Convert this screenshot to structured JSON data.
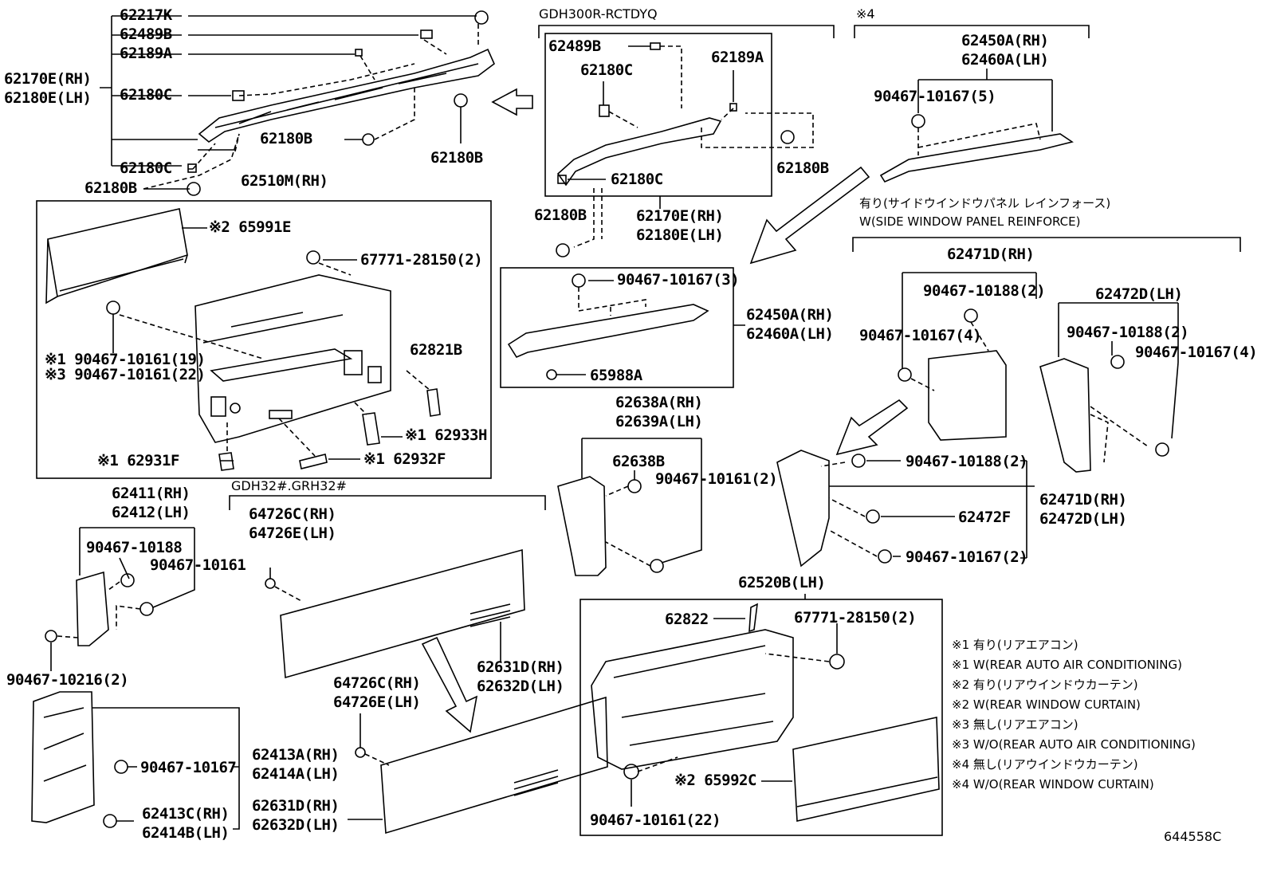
{
  "diagram_id": "644558C",
  "variants": {
    "gdh300": "GDH300R-RCTDYQ",
    "star4": "※4",
    "gdh32": "GDH32#.GRH32#"
  },
  "labels": {
    "p62217K": "62217K",
    "p62489B_a": "62489B",
    "p62189A_a": "62189A",
    "p62170E_rh_a": "62170E(RH)",
    "p62180E_lh_a": "62180E(LH)",
    "p62180C_a": "62180C",
    "p62180B_a": "62180B",
    "p62180B_b": "62180B",
    "p62180C_b": "62180C",
    "p62180B_c": "62180B",
    "p62510M": "62510M(RH)",
    "p65991E": "※2 65991E",
    "p67771_a": "67771-28150(2)",
    "p90467_10161_19": "※1 90467-10161(19)",
    "p90467_10161_22a": "※3 90467-10161(22)",
    "p62821B": "62821B",
    "p62933H": "※1 62933H",
    "p62931F": "※1 62931F",
    "p62932F": "※1 62932F",
    "p62489B_b": "62489B",
    "p62180C_c": "62180C",
    "p62189A_b": "62189A",
    "p62180C_d": "62180C",
    "p62180B_d": "62180B",
    "p62180B_e": "62180B",
    "p62170E_rh_b": "62170E(RH)",
    "p62180E_lh_b": "62180E(LH)",
    "p62450A_rh_a": "62450A(RH)",
    "p62460A_lh_a": "62460A(LH)",
    "p90467_10167_5": "90467-10167(5)",
    "p90467_10167_3": "90467-10167(3)",
    "p62450A_rh_b": "62450A(RH)",
    "p62460A_lh_b": "62460A(LH)",
    "p65988A": "65988A",
    "reinforce_jp": "有り(サイドウインドウパネル レインフォース)",
    "reinforce_en": "W(SIDE WINDOW PANEL REINFORCE)",
    "p62471D_rh_a": "62471D(RH)",
    "p90467_10188_2a": "90467-10188(2)",
    "p90467_10167_4a": "90467-10167(4)",
    "p62472D_lh_a": "62472D(LH)",
    "p90467_10188_2b": "90467-10188(2)",
    "p90467_10167_4b": "90467-10167(4)",
    "p62638A": "62638A(RH)",
    "p62639A": "62639A(LH)",
    "p62638B": "62638B",
    "p90467_10161_2": "90467-10161(2)",
    "p90467_10188_2c": "90467-10188(2)",
    "p62472F": "62472F",
    "p90467_10167_2": "90467-10167(2)",
    "p62471D_rh_b": "62471D(RH)",
    "p62472D_lh_b": "62472D(LH)",
    "p62411": "62411(RH)",
    "p62412": "62412(LH)",
    "p90467_10188": "90467-10188",
    "p90467_10161": "90467-10161",
    "p90467_10216": "90467-10216(2)",
    "p64726C_a": "64726C(RH)",
    "p64726E_a": "64726E(LH)",
    "p62631D_a": "62631D(RH)",
    "p62632D_a": "62632D(LH)",
    "p64726C_b": "64726C(RH)",
    "p64726E_b": "64726E(LH)",
    "p90467_10167": "90467-10167",
    "p62413A": "62413A(RH)",
    "p62414A": "62414A(LH)",
    "p62413C": "62413C(RH)",
    "p62414B": "62414B(LH)",
    "p62631D_b": "62631D(RH)",
    "p62632D_b": "62632D(LH)",
    "p62520B": "62520B(LH)",
    "p62822": "62822",
    "p67771_b": "67771-28150(2)",
    "p65992C": "※2 65992C",
    "p90467_10161_22b": "90467-10161(22)"
  },
  "notes": [
    "※1 有り(リアエアコン)",
    "※1 W(REAR AUTO AIR CONDITIONING)",
    "※2 有り(リアウインドウカーテン)",
    "※2 W(REAR WINDOW CURTAIN)",
    "※3 無し(リアエアコン)",
    "※3 W/O(REAR AUTO AIR CONDITIONING)",
    "※4 無し(リアウインドウカーテン)",
    "※4 W/O(REAR WINDOW CURTAIN)"
  ]
}
